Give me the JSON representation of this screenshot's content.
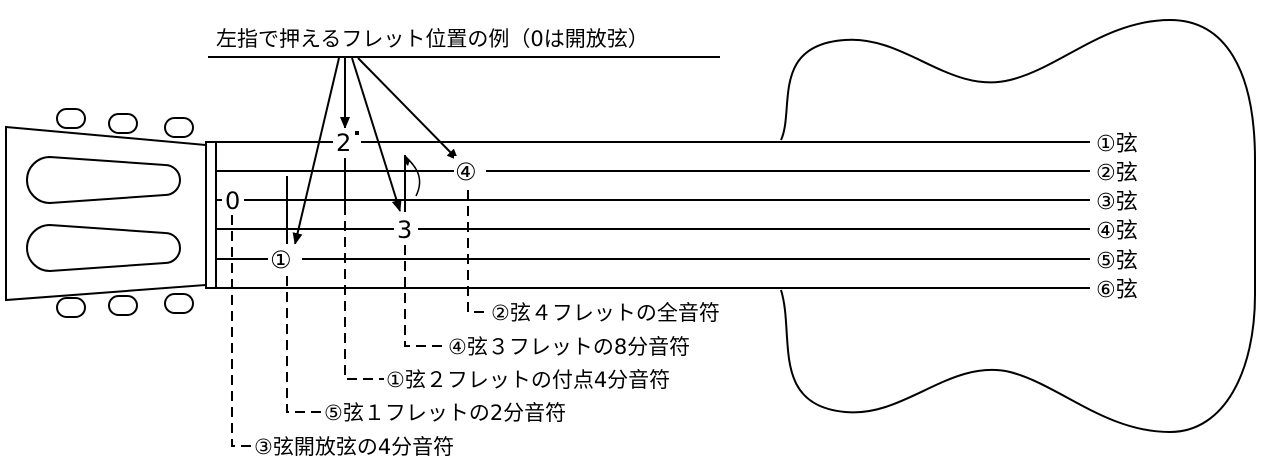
{
  "title": "左指で押えるフレット位置の例（0は開放弦）",
  "strings": [
    {
      "label": "①弦"
    },
    {
      "label": "②弦"
    },
    {
      "label": "③弦"
    },
    {
      "label": "④弦"
    },
    {
      "label": "⑤弦"
    },
    {
      "label": "⑥弦"
    }
  ],
  "fret_marks": [
    {
      "text": "2",
      "string": 1,
      "dotted": true
    },
    {
      "text": "④",
      "string": 2
    },
    {
      "text": "0",
      "string": 3
    },
    {
      "text": "3",
      "string": 4
    },
    {
      "text": "①",
      "string": 5
    }
  ],
  "annotations": [
    "②弦４フレットの全音符",
    "④弦３フレットの8分音符",
    "①弦２フレットの付点4分音符",
    "⑤弦１フレットの2分音符",
    "③弦開放弦の4分音符"
  ],
  "colors": {
    "ink": "#000000",
    "background": "#ffffff"
  }
}
